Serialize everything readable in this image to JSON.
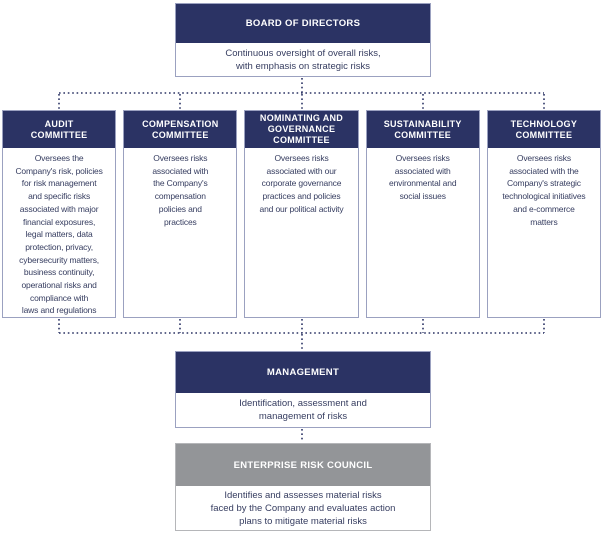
{
  "colors": {
    "navy": "#2b3364",
    "gray": "#939598",
    "body_text": "#363d60",
    "navy_box_border": "#9ba1c0",
    "gray_box_border": "#b5b6b9"
  },
  "board": {
    "title": "BOARD OF DIRECTORS",
    "description": "Continuous oversight of overall risks,\nwith emphasis on strategic risks"
  },
  "committees": [
    {
      "title": "AUDIT\nCOMMITTEE",
      "description": "Oversees the\nCompany's risk, policies\nfor risk management\nand specific risks\nassociated with major\nfinancial exposures,\nlegal matters, data\nprotection, privacy,\ncybersecurity matters,\nbusiness continuity,\noperational risks and\ncompliance with\nlaws and regulations"
    },
    {
      "title": "COMPENSATION\nCOMMITTEE",
      "description": "Oversees risks\nassociated with\nthe Company's\ncompensation\npolicies and\npractices"
    },
    {
      "title": "NOMINATING AND\nGOVERNANCE\nCOMMITTEE",
      "description": "Oversees risks\nassociated with our\ncorporate governance\npractices and policies\nand our political activity"
    },
    {
      "title": "SUSTAINABILITY\nCOMMITTEE",
      "description": "Oversees risks\nassociated with\nenvironmental and\nsocial issues"
    },
    {
      "title": "TECHNOLOGY\nCOMMITTEE",
      "description": "Oversees risks\nassociated with the\nCompany's strategic\ntechnological initiatives\nand e-commerce\nmatters"
    }
  ],
  "management": {
    "title": "MANAGEMENT",
    "description": "Identification, assessment and\nmanagement of risks"
  },
  "enterprise_risk_council": {
    "title": "ENTERPRISE RISK COUNCIL",
    "description": "Identifies and assesses material risks\nfaced by the Company and evaluates action\nplans to mitigate material risks"
  }
}
